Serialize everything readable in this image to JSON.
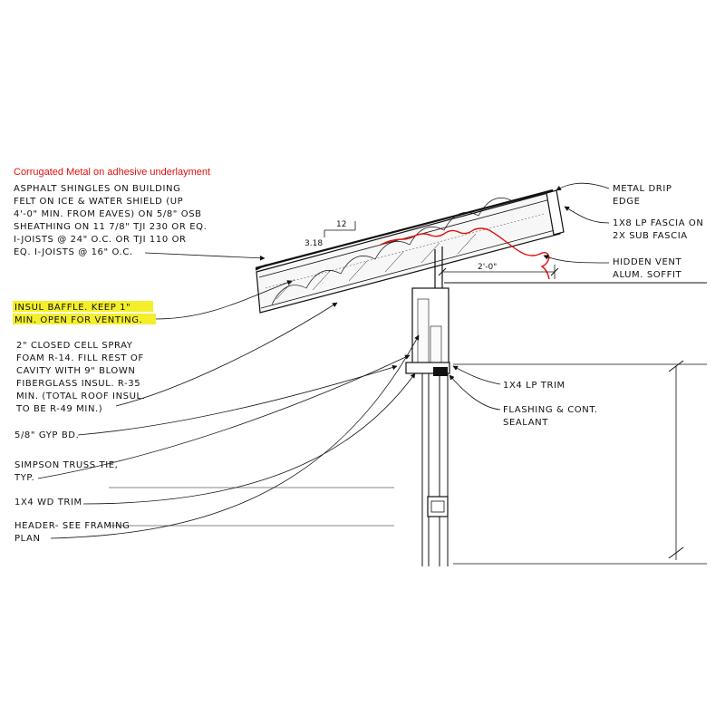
{
  "title_note": "Corrugated Metal on adhesive underlayment",
  "left_notes": {
    "roofing": [
      "ASPHALT SHINGLES ON BUILDING",
      "FELT ON ICE & WATER SHIELD (UP",
      "4'-0\" MIN. FROM EAVES) ON 5/8\" OSB",
      "SHEATHING ON 11 7/8\" TJI 230 OR EQ.",
      "I-JOISTS @ 24\" O.C. OR TJI 110 OR",
      "EQ. I-JOISTS @ 16\" O.C."
    ],
    "baffle": [
      "INSUL BAFFLE. KEEP 1\"",
      "MIN. OPEN FOR VENTING."
    ],
    "insulation": [
      "2\" CLOSED CELL SPRAY",
      "FOAM R-14. FILL REST OF",
      "CAVITY WITH 9\" BLOWN",
      "FIBERGLASS INSUL. R-35",
      "MIN. (TOTAL ROOF INSUL.",
      "TO BE R-49 MIN.)"
    ],
    "gyp": "5/8\" GYP BD.",
    "simpson": [
      "SIMPSON TRUSS TIE,",
      "TYP."
    ],
    "wd_trim": "1X4 WD TRIM",
    "header": [
      "HEADER- SEE FRAMING",
      "PLAN"
    ]
  },
  "right_notes": {
    "drip": [
      "METAL DRIP",
      "EDGE"
    ],
    "fascia": [
      "1X8 LP FASCIA ON",
      "2X SUB FASCIA"
    ],
    "vent": [
      "HIDDEN VENT",
      "ALUM. SOFFIT"
    ],
    "lp_trim": "1X4 LP TRIM",
    "flashing": [
      "FLASHING & CONT.",
      "SEALANT"
    ]
  },
  "dimensions": {
    "slope_run": "12",
    "slope_rise": "3.18",
    "overhang": "2'-0\""
  },
  "colors": {
    "ink": "#111111",
    "highlight": "#f4ef2a",
    "redline": "#e01010"
  }
}
